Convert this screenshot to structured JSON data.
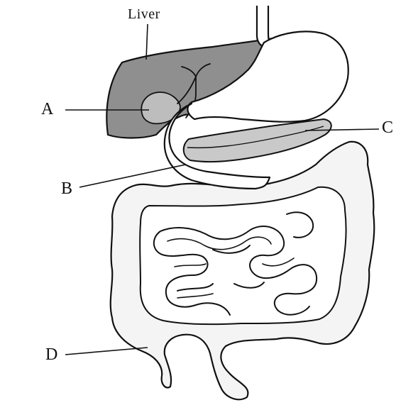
{
  "labels": {
    "liver": "Liver",
    "a": "A",
    "b": "B",
    "c": "C",
    "d": "D"
  },
  "colors": {
    "liver_fill": "#8f8f8f",
    "pancreas_fill": "#c9c9c9",
    "intestine_fill": "#f4f4f4",
    "outline": "#111111"
  }
}
